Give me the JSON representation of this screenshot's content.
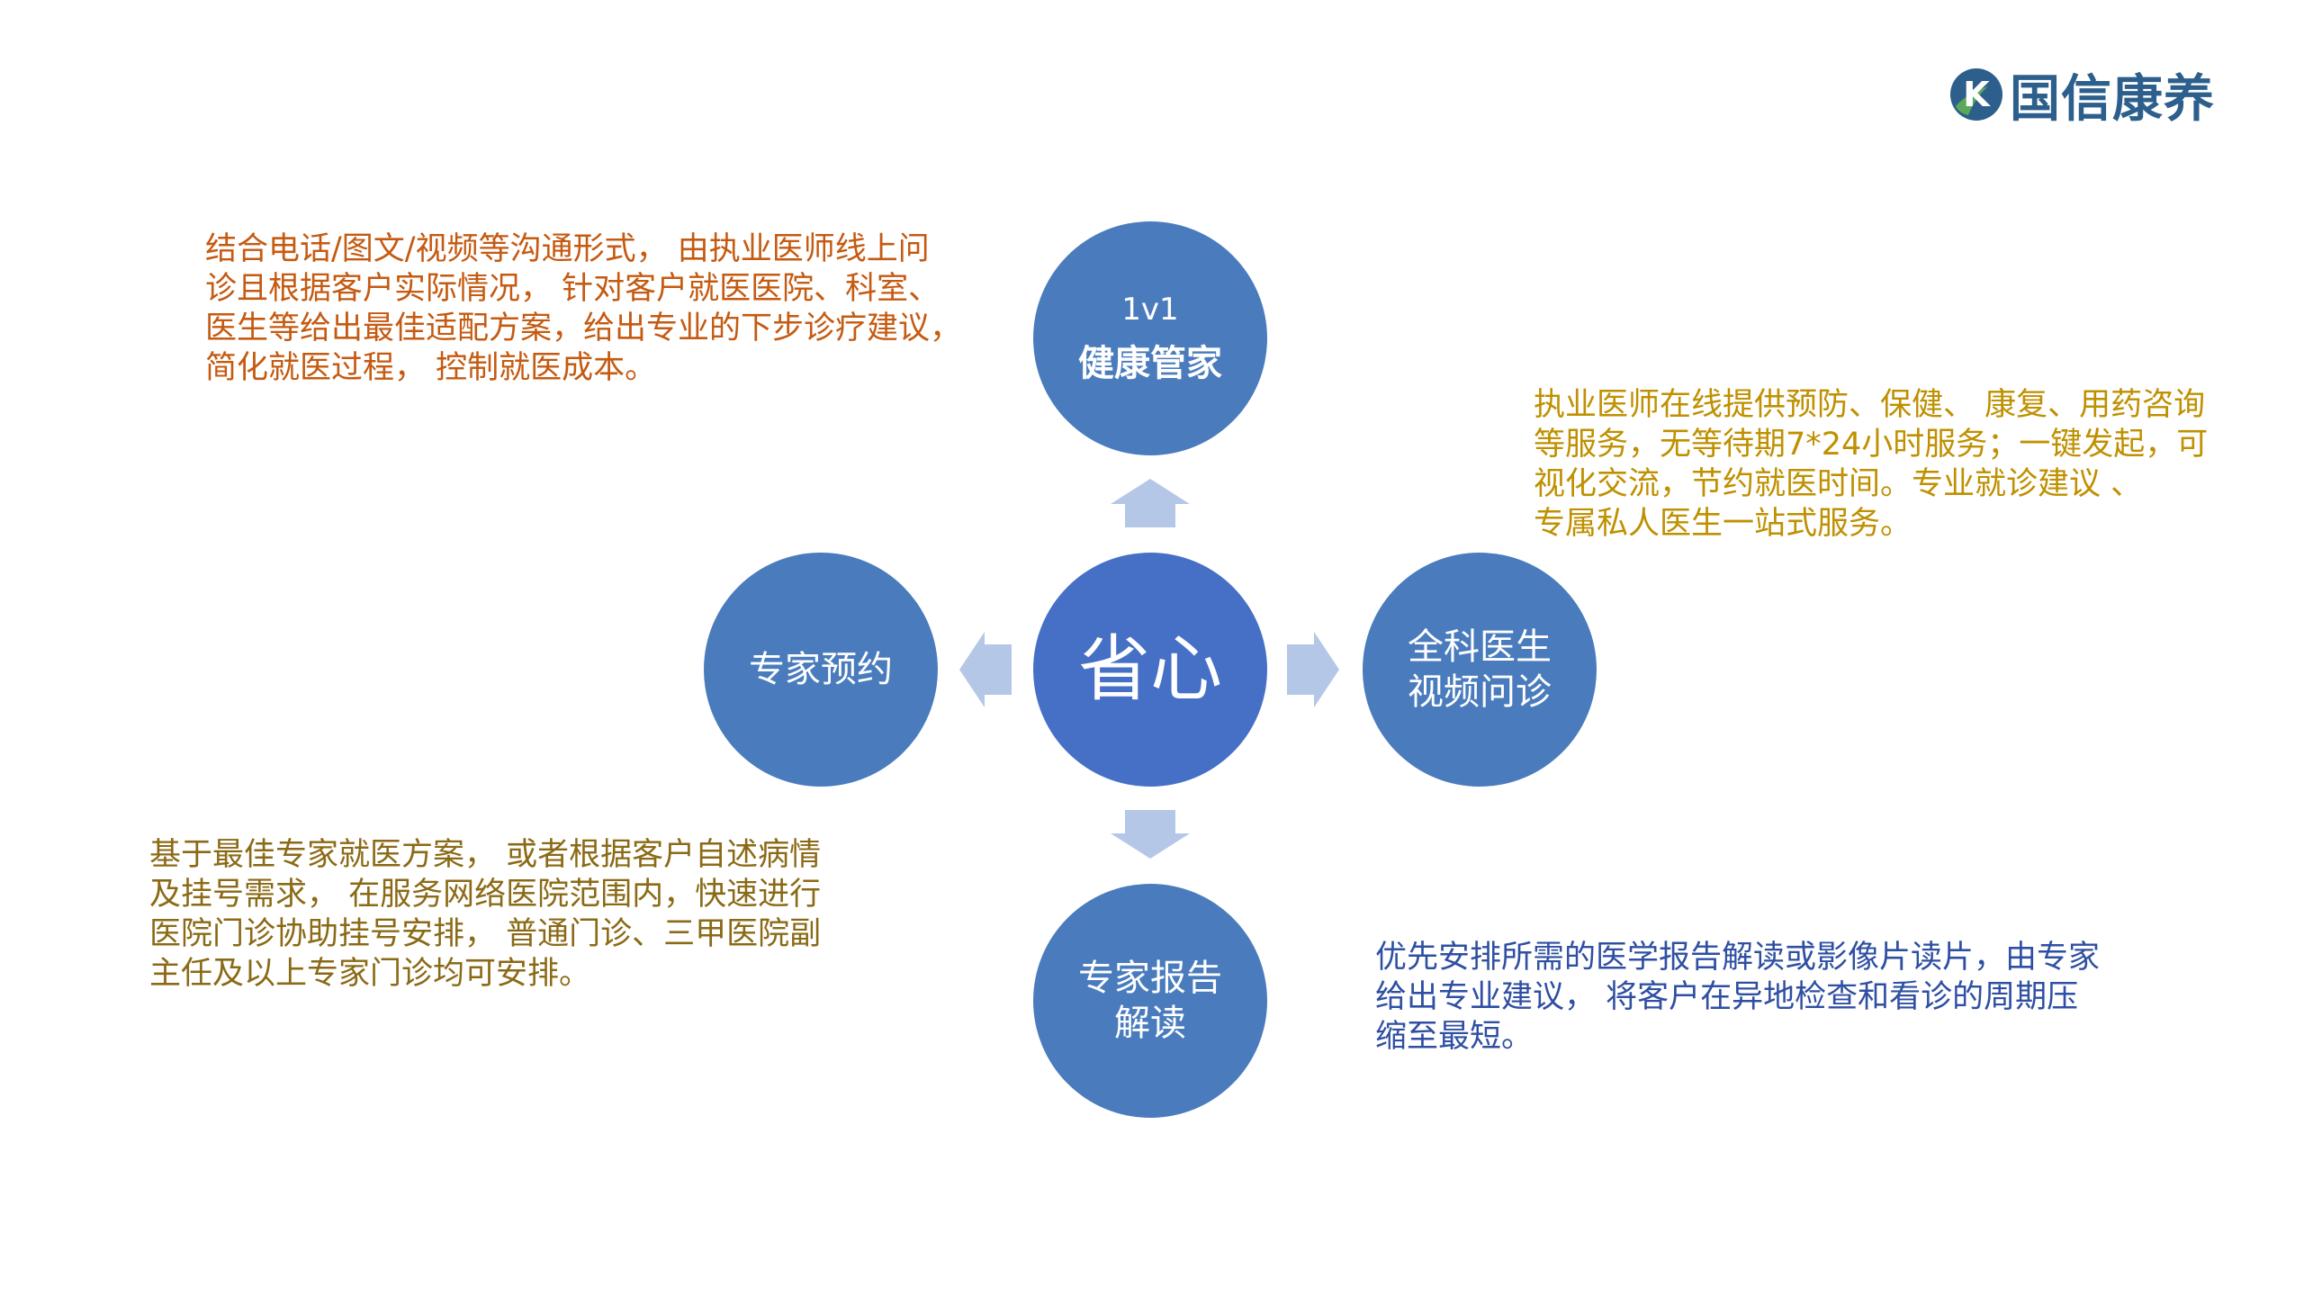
{
  "logo": {
    "mark_letter": "K",
    "text": "国信康养",
    "brand_color": "#2d5f8c",
    "accent_color": "#5ba85a"
  },
  "colors": {
    "circle": "#4a7cbd",
    "center_circle": "#4670c5",
    "arrow": "#b4c7e7"
  },
  "center": {
    "label": "省心"
  },
  "nodes": {
    "top": {
      "line1": "1v1",
      "line2": "健康管家"
    },
    "left": {
      "line1": "专家预约"
    },
    "right": {
      "line1": "全科医生",
      "line2": "视频问诊"
    },
    "bottom": {
      "line1": "专家报告",
      "line2": "解读"
    }
  },
  "descriptions": {
    "top_left": {
      "color": "#c55a11",
      "lines": [
        "结合电话/图文/视频等沟通形式， 由执业医师线上问",
        "诊且根据客户实际情况， 针对客户就医医院、科室、",
        "医生等给出最佳适配方案，给出专业的下步诊疗建议，",
        "简化就医过程， 控制就医成本。"
      ]
    },
    "right": {
      "color": "#bf9000",
      "lines": [
        "执业医师在线提供预防、保健、 康复、用药咨询",
        "等服务，无等待期7*24小时服务；一键发起，可",
        "视化交流，节约就医时间。专业就诊建议 、",
        "专属私人医生一站式服务。"
      ]
    },
    "left": {
      "color": "#8b6a16",
      "lines": [
        "基于最佳专家就医方案， 或者根据客户自述病情",
        "及挂号需求， 在服务网络医院范围内，快速进行",
        "医院门诊协助挂号安排， 普通门诊、三甲医院副",
        "主任及以上专家门诊均可安排。"
      ]
    },
    "bottom": {
      "color": "#2f4fa2",
      "lines": [
        "优先安排所需的医学报告解读或影像片读片，由专家",
        "给出专业建议， 将客户在异地检查和看诊的周期压",
        "缩至最短。"
      ]
    }
  }
}
